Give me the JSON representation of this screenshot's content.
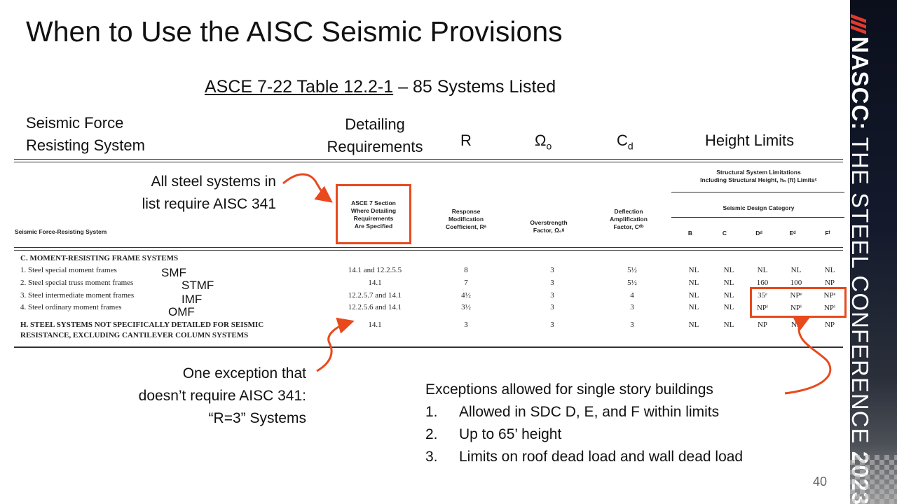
{
  "title": "When to Use the AISC Seismic Provisions",
  "subtitle": {
    "underlined": "ASCE 7-22 Table 12.2-1",
    "rest": " – 85 Systems Listed"
  },
  "headers": {
    "system_line1": "Seismic Force",
    "system_line2": "Resisting System",
    "detailing_line1": "Detailing",
    "detailing_line2": "Requirements",
    "r": "R",
    "omega": "Ω",
    "omega_sub": "o",
    "cd": "C",
    "cd_sub": "d",
    "height": "Height Limits"
  },
  "table_headers": {
    "system": "Seismic Force-Resisting System",
    "section": [
      "ASCE 7 Section",
      "Where Detailing",
      "Requirements",
      "Are Specified"
    ],
    "response": [
      "Response",
      "Modification",
      "Coefficient, Rᵃ"
    ],
    "overstrength": [
      "Overstrength",
      "Factor, Ω₀ᵍ"
    ],
    "deflection": [
      "Deflection",
      "Amplification",
      "Factor, Cᵈᵇ"
    ],
    "limits": [
      "Structural System Limitations",
      "Including Structural Height, hₙ (ft) Limitsᶜ"
    ],
    "sdc": "Seismic Design Category",
    "categories": [
      "B",
      "C",
      "Dᵈ",
      "Eᵈ",
      "Fᶠ"
    ]
  },
  "table": {
    "section_c": "C. MOMENT-RESISTING FRAME SYSTEMS",
    "rows": [
      {
        "label": "1. Steel special moment frames",
        "section": "14.1 and 12.2.5.5",
        "r": "8",
        "omega": "3",
        "cd": "5½",
        "b": "NL",
        "c": "NL",
        "d": "NL",
        "e": "NL",
        "f": "NL"
      },
      {
        "label": "2. Steel special truss moment frames",
        "section": "14.1",
        "r": "7",
        "omega": "3",
        "cd": "5½",
        "b": "NL",
        "c": "NL",
        "d": "160",
        "e": "100",
        "f": "NP"
      },
      {
        "label": "3. Steel intermediate moment frames",
        "section": "12.2.5.7 and 14.1",
        "r": "4½",
        "omega": "3",
        "cd": "4",
        "b": "NL",
        "c": "NL",
        "d": "35ᵉ",
        "e": "NPᵉ",
        "f": "NPᵉ"
      },
      {
        "label": "4. Steel ordinary moment frames",
        "section": "12.2.5.6 and 14.1",
        "r": "3½",
        "omega": "3",
        "cd": "3",
        "b": "NL",
        "c": "NL",
        "d": "NPⁱ",
        "e": "NPⁱ",
        "f": "NPⁱ"
      }
    ],
    "section_h_line1": "H. STEEL SYSTEMS NOT SPECIFICALLY DETAILED FOR SEISMIC",
    "section_h_line2": "RESISTANCE, EXCLUDING CANTILEVER COLUMN SYSTEMS",
    "row_h": {
      "section": "14.1",
      "r": "3",
      "omega": "3",
      "cd": "3",
      "b": "NL",
      "c": "NL",
      "d": "NP",
      "e": "NP",
      "f": "NP"
    }
  },
  "abbreviations": [
    "SMF",
    "STMF",
    "IMF",
    "OMF"
  ],
  "annotations": {
    "all_steel_line1": "All steel systems in",
    "all_steel_line2": "list require AISC 341",
    "exception_line1": "One exception that",
    "exception_line2": "doesn’t require AISC 341:",
    "exception_line3": "“R=3” Systems",
    "single_story_title": "Exceptions allowed for single story buildings",
    "single_story_items": [
      {
        "num": "1.",
        "text": "Allowed in SDC D, E, and F within limits"
      },
      {
        "num": "2.",
        "text": "Up to 65’ height"
      },
      {
        "num": "3.",
        "text": "Limits on roof dead load and wall dead load"
      }
    ]
  },
  "page_number": "40",
  "sidebar": {
    "brand": "NASCC:",
    "tagline": " THE STEEL CONFERENCE ",
    "year": "2023"
  },
  "colors": {
    "accent": "#e8491d",
    "sidebar_dark": "#0b0f1c"
  }
}
